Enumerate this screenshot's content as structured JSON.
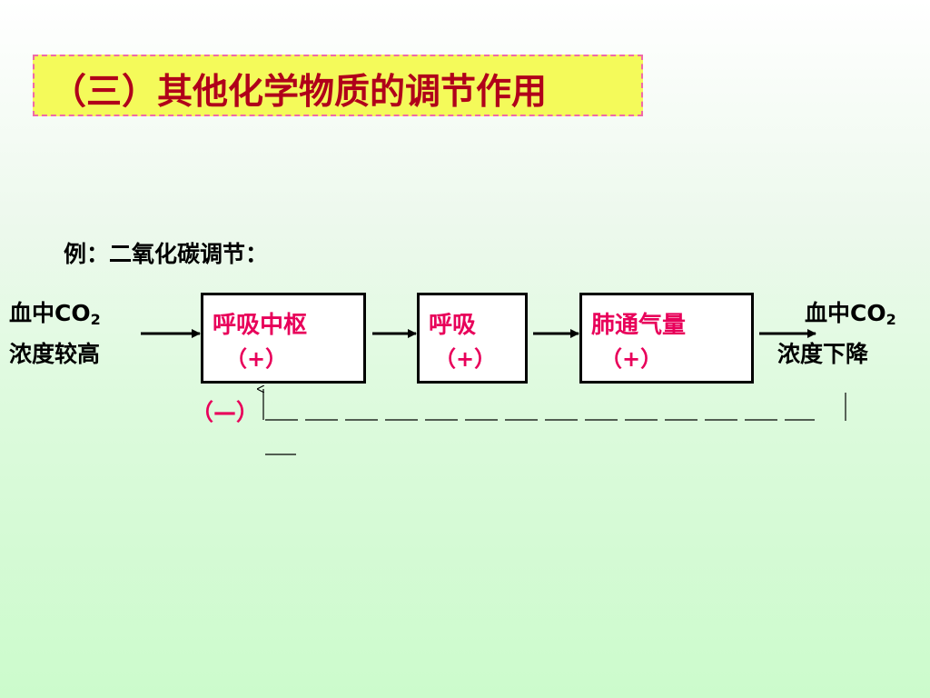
{
  "title": "（三）其他化学物质的调节作用",
  "example_label": "例：二氧化碳调节：",
  "left_label": {
    "line1_prefix": "血中CO",
    "line1_sub": "2",
    "line2": "浓度较高"
  },
  "right_label": {
    "line1_prefix": "血中CO",
    "line1_sub": "2",
    "line2": "浓度下降"
  },
  "boxes": [
    {
      "label": "呼吸中枢",
      "sign": "（+）"
    },
    {
      "label": "呼吸",
      "sign": "（+）"
    },
    {
      "label": "肺通气量",
      "sign": "（+）"
    }
  ],
  "feedback_sign": "（—）",
  "colors": {
    "title_bg": "#f4fa5a",
    "title_border": "#f06aa8",
    "title_text": "#b0001a",
    "box_text": "#e8005a"
  }
}
